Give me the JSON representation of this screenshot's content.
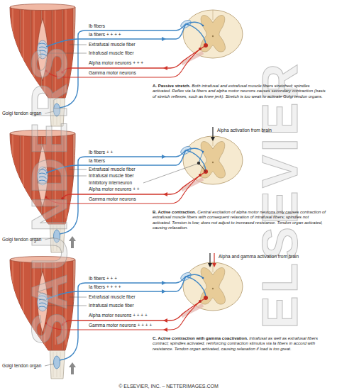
{
  "diagram": {
    "caption": "© ELSEVIER, INC. – NETTERIMAGES.COM",
    "labels": [
      "Ib fibers",
      "Ia fibers + + + +",
      "Extrafusal muscle fiber",
      "Intrafusal muscle fiber",
      "Alpha motor neurons + + +",
      "Gamma motor neurons",
      "Golgi tendon organ",
      "A. Passive stretch.",
      "Both intrafusal and extrafusal muscle fibers stretched; spindles activated. Reflex via Ia fibers and alpha motor neurons causes secondary contraction (basis of stretch reflexes, such as knee jerk). Stretch is too weak to activate Golgi tendon organs.",
      "Ib fibers + +",
      "Alpha activation from brain",
      "Ia fibers",
      "Extrafusal muscle fiber",
      "Intrafusal muscle fiber",
      "Inhibitory interneuron",
      "Alpha motor neurons + +",
      "Gamma motor neurons",
      "Golgi tendon organ",
      "B. Active contraction.",
      "Central excitation of alpha motor neurons only causes contraction of extrafusal muscle fibers with consequent relaxation of intrafusal fibers; spindles not activated. Tension is low; does not adjust to increased resistance. Tendon organ activated, causing relaxation.",
      "Ib fibers + + +",
      "Alpha and gamma activation from brain",
      "Ia fibers + + + +",
      "Extrafusal muscle fiber",
      "Intrafusal muscle fiber",
      "Alpha motor neurons + + + +",
      "Gamma motor neurons + + + +",
      "Golgi tendon organ",
      "C. Active contraction with gamma coactivation.",
      "Intrafusal as well as extrafusal fibers contract; spindles activated, reinforcing contraction stimulus via Ia fibers in accord with resistance. Tendon organ activated, causing relaxation if load is too great.",
      "SAUNDERS",
      "ELSEVIER"
    ]
  }
}
